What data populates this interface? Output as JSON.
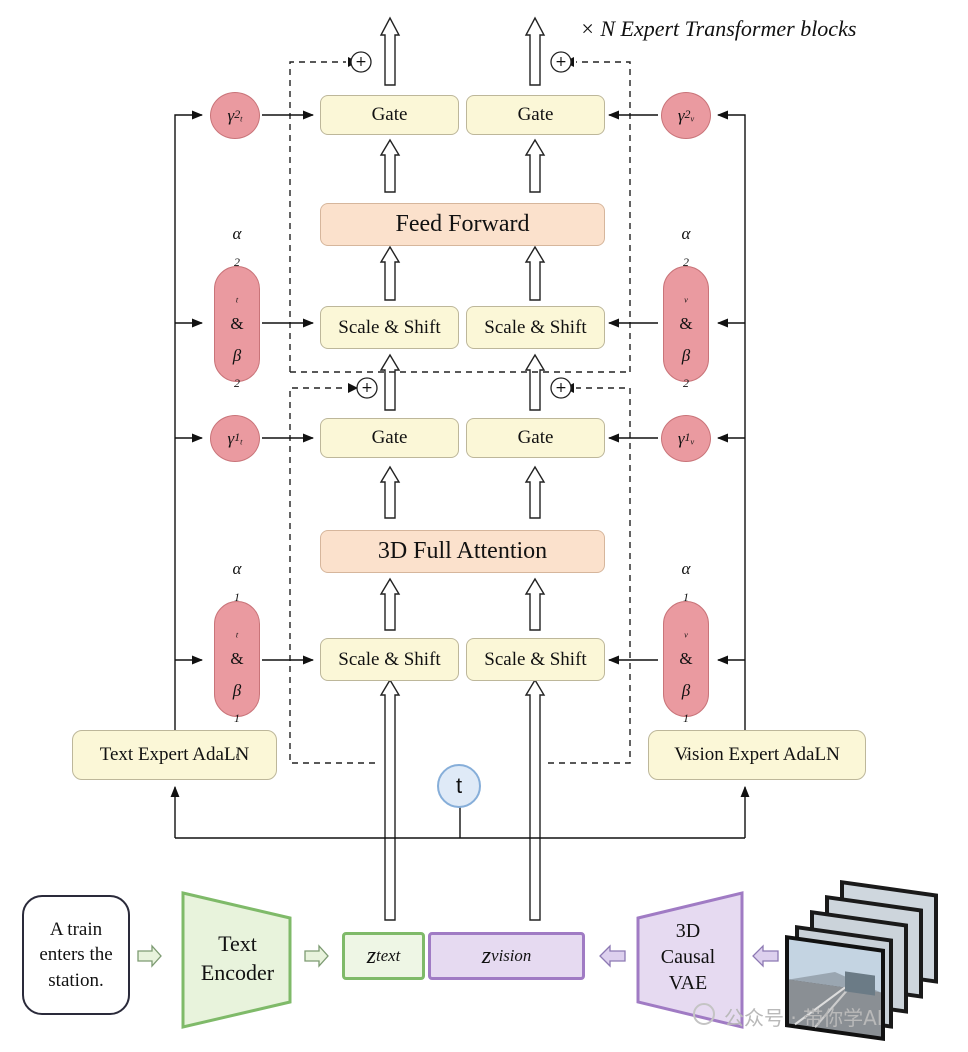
{
  "title": "× N Expert Transformer blocks",
  "blocks": {
    "gate": "Gate",
    "scale_shift": "Scale & Shift",
    "feed_forward": "Feed Forward",
    "attention": "3D Full Attention"
  },
  "adaln": {
    "text": "Text Expert AdaLN",
    "vision": "Vision Expert AdaLN"
  },
  "params": {
    "gamma": "γ",
    "alpha": "α",
    "amp": "&",
    "beta": "β",
    "sub_1": "1",
    "sub_2": "2",
    "sub_t": "t",
    "sub_v": "v"
  },
  "timestep": "t",
  "prompt": "A train enters the station.",
  "text_encoder": "Text Encoder",
  "vae": "3D Causal VAE",
  "latents": {
    "z": "z",
    "text_sub": "text",
    "vision_sub": "vision"
  },
  "plus": "+",
  "watermark": "公众号 · 带你学AI"
}
